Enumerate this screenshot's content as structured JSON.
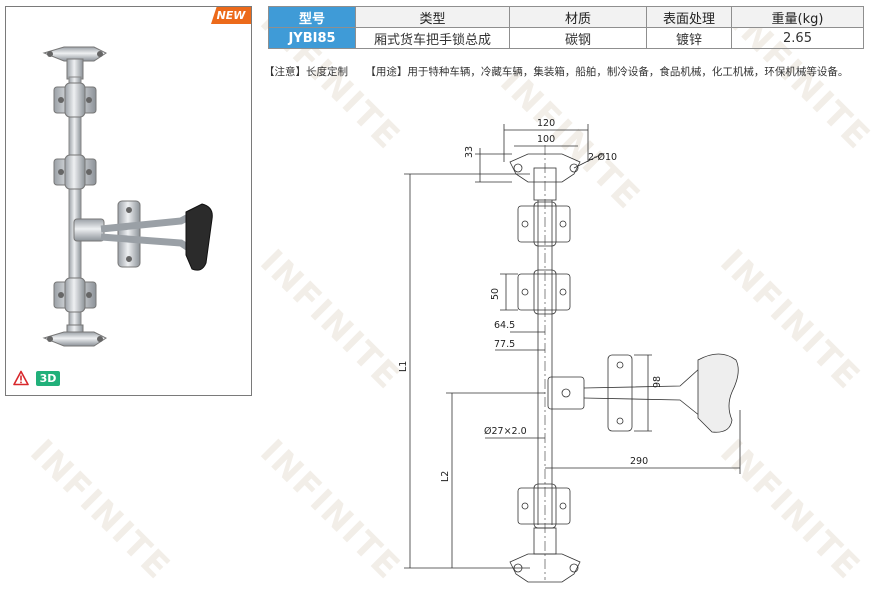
{
  "watermark": {
    "brand": "INFINITE"
  },
  "product_panel": {
    "badge_new": "NEW",
    "badge_3d": "3D",
    "warning_icon": "warning-triangle-icon"
  },
  "spec_table": {
    "headers": [
      "型号",
      "类型",
      "材质",
      "表面处理",
      "重量(kg)"
    ],
    "row": [
      "JYBI85",
      "厢式货车把手锁总成",
      "碳钢",
      "镀锌",
      "2.65"
    ]
  },
  "notes": {
    "note": "【注意】长度定制",
    "usage": "【用途】用于特种车辆，冷藏车辆，集装箱，船舶，制冷设备，食品机械，化工机械，环保机械等设备。"
  },
  "drawing": {
    "dims": {
      "d120": "120",
      "d100": "100",
      "d33": "33",
      "holes": "2-Ø10",
      "d50": "50",
      "d645": "64.5",
      "d775": "77.5",
      "L1": "L1",
      "d98": "98",
      "rod": "Ø27×2.0",
      "d290": "290",
      "L2": "L2"
    }
  }
}
